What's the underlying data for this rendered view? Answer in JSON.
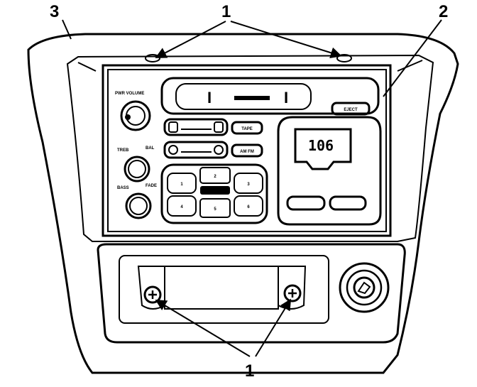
{
  "callouts": {
    "top_left": "3",
    "top_center": "1",
    "top_right": "2",
    "bottom": "1"
  },
  "radio": {
    "knob_power_volume_label": "PWR VOLUME",
    "knob_treb_label": "TREB",
    "knob_bal_label": "BAL",
    "knob_fade_label": "FADE",
    "knob_bass_label": "BASS",
    "eject_label": "EJECT",
    "tape_label": "TAPE",
    "am_fm_label": "AM FM",
    "display_value": "106",
    "preset_numbers": [
      "2",
      "1",
      "3",
      "4",
      "5",
      "6"
    ],
    "cassette_markers": [
      "I",
      "I"
    ]
  },
  "icons": {
    "screw": "crosshead-screw-icon",
    "lighter": "cigarette-lighter-icon"
  }
}
